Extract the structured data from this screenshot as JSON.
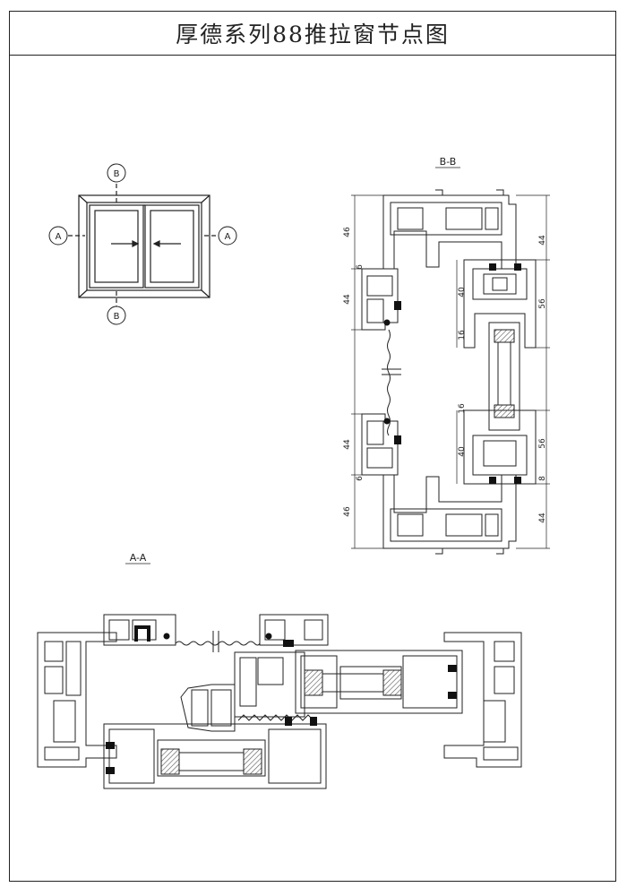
{
  "title": "厚德系列88推拉窗节点图",
  "labels": {
    "section_bb": "B-B",
    "section_aa": "A-A",
    "marker_a": "A",
    "marker_b": "B"
  },
  "dimensions": {
    "bb_left": [
      "46",
      "6",
      "44",
      "44",
      "6",
      "46"
    ],
    "bb_right": [
      "44",
      "40",
      "56",
      "16",
      "16",
      "40",
      "56",
      "8",
      "44"
    ]
  },
  "colors": {
    "line": "#222222",
    "seal": "#111111",
    "hatch": "#555555"
  }
}
